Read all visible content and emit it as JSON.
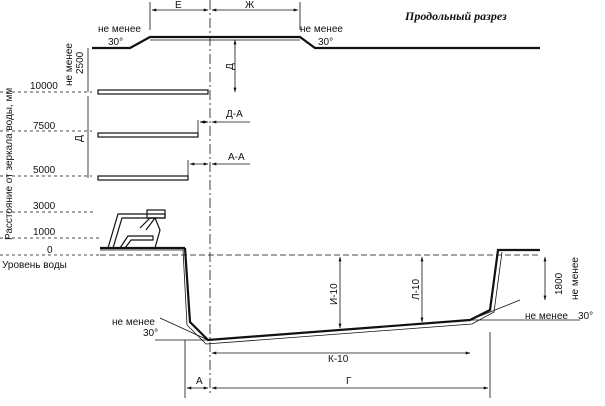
{
  "title": "Продольный разрез",
  "axis_label": "Расстояние от зеркала воды, мм",
  "water_level": "Уровень воды",
  "levels": [
    "10000",
    "7500",
    "5000",
    "3000",
    "1000",
    "0"
  ],
  "min_label": "не менее",
  "min_value": "2500",
  "min_value_right": "1800",
  "angle_label": "30°",
  "dims": {
    "E": "Е",
    "ZH": "Ж",
    "D": "Д",
    "DA": "Д-А",
    "AA": "А-А",
    "I10": "И-10",
    "L10": "Л-10",
    "K10": "К-10",
    "A": "А",
    "G": "Г"
  }
}
